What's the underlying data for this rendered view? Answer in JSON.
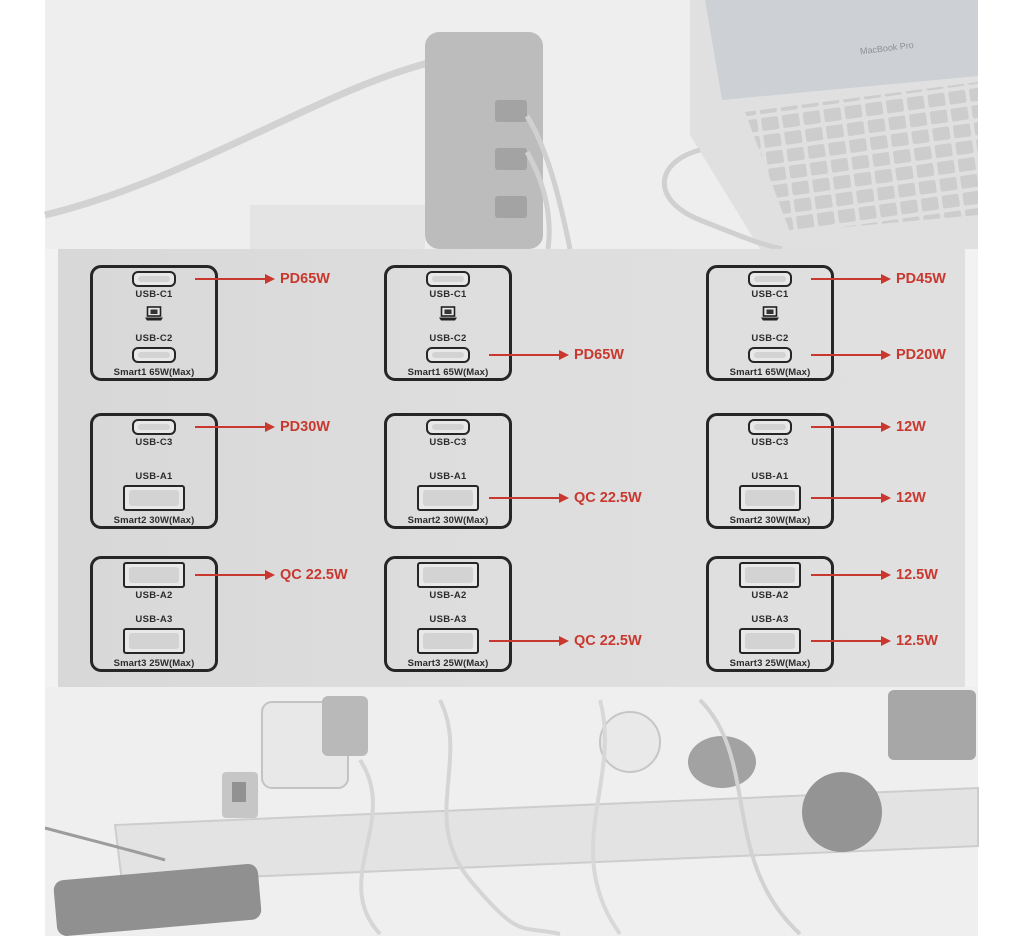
{
  "colors": {
    "accent_red": "#c8382f",
    "box_border": "#262626",
    "panel_background": "#dcdcdc"
  },
  "background": {
    "laptop_label": "MacBook Pro"
  },
  "configurations": [
    {
      "groups": [
        {
          "name": "Smart1 65W(Max)",
          "ports": [
            {
              "label": "USB-C1",
              "type": "usb-c",
              "device": "laptop-icon",
              "output": "PD65W"
            },
            {
              "label": "USB-C2",
              "type": "usb-c",
              "output": null
            }
          ]
        },
        {
          "name": "Smart2 30W(Max)",
          "ports": [
            {
              "label": "USB-C3",
              "type": "usb-c",
              "output": "PD30W"
            },
            {
              "label": "USB-A1",
              "type": "usb-a",
              "output": null
            }
          ]
        },
        {
          "name": "Smart3 25W(Max)",
          "ports": [
            {
              "label": "USB-A2",
              "type": "usb-a",
              "output": "QC 22.5W"
            },
            {
              "label": "USB-A3",
              "type": "usb-a",
              "output": null
            }
          ]
        }
      ]
    },
    {
      "groups": [
        {
          "name": "Smart1 65W(Max)",
          "ports": [
            {
              "label": "USB-C1",
              "type": "usb-c",
              "device": "laptop-icon",
              "output": null
            },
            {
              "label": "USB-C2",
              "type": "usb-c",
              "output": "PD65W"
            }
          ]
        },
        {
          "name": "Smart2 30W(Max)",
          "ports": [
            {
              "label": "USB-C3",
              "type": "usb-c",
              "output": null
            },
            {
              "label": "USB-A1",
              "type": "usb-a",
              "output": "QC 22.5W"
            }
          ]
        },
        {
          "name": "Smart3 25W(Max)",
          "ports": [
            {
              "label": "USB-A2",
              "type": "usb-a",
              "output": null
            },
            {
              "label": "USB-A3",
              "type": "usb-a",
              "output": "QC 22.5W"
            }
          ]
        }
      ]
    },
    {
      "groups": [
        {
          "name": "Smart1 65W(Max)",
          "ports": [
            {
              "label": "USB-C1",
              "type": "usb-c",
              "device": "laptop-icon",
              "output": "PD45W"
            },
            {
              "label": "USB-C2",
              "type": "usb-c",
              "output": "PD20W"
            }
          ]
        },
        {
          "name": "Smart2 30W(Max)",
          "ports": [
            {
              "label": "USB-C3",
              "type": "usb-c",
              "output": "12W"
            },
            {
              "label": "USB-A1",
              "type": "usb-a",
              "output": "12W"
            }
          ]
        },
        {
          "name": "Smart3 25W(Max)",
          "ports": [
            {
              "label": "USB-A2",
              "type": "usb-a",
              "output": "12.5W"
            },
            {
              "label": "USB-A3",
              "type": "usb-a",
              "output": "12.5W"
            }
          ]
        }
      ]
    }
  ]
}
